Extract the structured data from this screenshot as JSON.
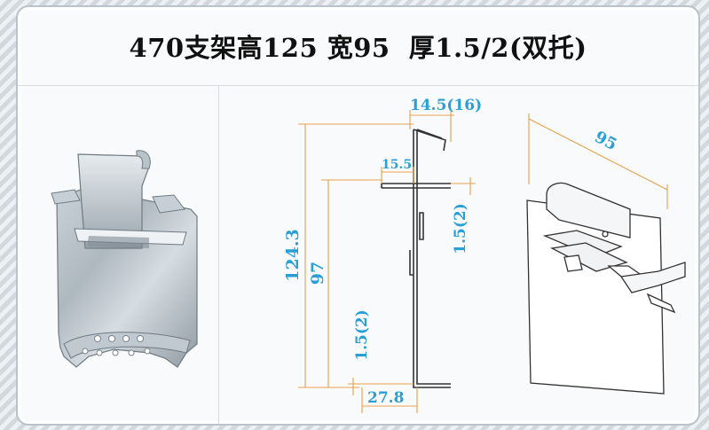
{
  "title": "470支架高125 宽95  厚1.5/2(双托)",
  "dimensions": {
    "top_hook_width": "14.5(16)",
    "top_bar": "15.5",
    "total_height": "124.3",
    "inner_height": "97",
    "thickness_upper": "1.5(2)",
    "thickness_lower": "1.5(2)",
    "bottom_foot": "27.8",
    "bracket_width": "95"
  },
  "colors": {
    "dimension": "#2a9fd6",
    "leader": "#e8a04c",
    "outline": "#333333"
  }
}
